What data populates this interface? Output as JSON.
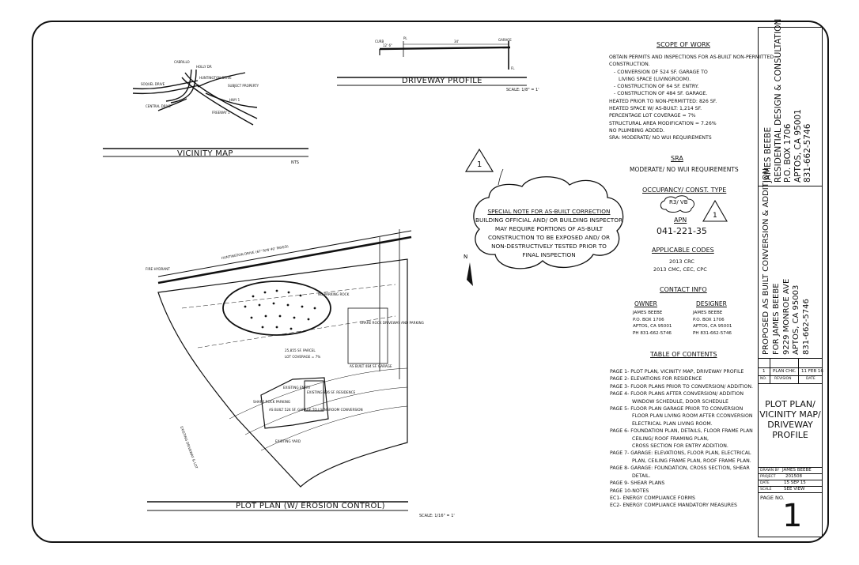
{
  "vicinity_map": {
    "title": "VICINITY MAP",
    "scale": "NTS",
    "streets": [
      "SOQUEL DRIVE",
      "HOLLY DR",
      "HUNTINGTON DRIVE",
      "SUBJECT PROPERTY",
      "HWY 1",
      "FREEWAY 1",
      "CENTRAL DRIVE",
      "CABRILLO"
    ]
  },
  "driveway_profile": {
    "title": "DRIVEWAY PROFILE",
    "scale": "SCALE: 1/8\" = 1'",
    "labels": {
      "curb": "CURB",
      "pl": "PL",
      "garage": "GARAGE",
      "dim_left": "12' 6\"",
      "dim_main": "34'",
      "fl": "FL"
    }
  },
  "plot_plan": {
    "title": "PLOT PLAN (W/ EROSION CONTROL)",
    "scale": "SCALE: 1/16\" = 1'",
    "road": "HUNTINGTON DRIVE (67' R/W 40' PAVED)",
    "parcel": "25,855 SF. PARCEL",
    "coverage": "LOT COVERAGE = 7%",
    "garage": "AS BUILT 484 SF. GARAGE",
    "driveway": "SHARE ROCK DRIVEWAY AND PARKING",
    "entry": "EXISTING ENTRY",
    "residence": "EXISTING 826 SF. RESIDENCE",
    "conversion": "AS BUILT 524 SF. GARAGE TO LIVINGROOM CONVERSION",
    "existing_yard": "EXISTING YARD",
    "parking": "SHARE ROCK PARKING",
    "fire_hydrant": "FIRE HYDRANT",
    "no_parking": "NO PARKING ROCK",
    "north": "N",
    "edge_note": "EXISTING DRIVEWAY & LOT"
  },
  "revision_marker": "1",
  "special_note": {
    "title": "SPECIAL NOTE FOR AS-BUILT CORRECTION",
    "lines": [
      "BUILDING OFFICIAL AND/ OR BUILDING INSPECTOR",
      "MAY REQUIRE PORTIONS OF AS-BUILT",
      "CONSTRUCTION TO BE EXPOSED AND/ OR",
      "NON-DESTRUCTIVELY TESTED PRIOR TO",
      "FINAL INSPECTION"
    ]
  },
  "scope_of_work": {
    "title": "SCOPE OF WORK",
    "lines": [
      "OBTAIN PERMITS AND INSPECTIONS FOR AS-BUILT NON-PERMITTED",
      "CONSTRUCTION.",
      "  - CONVERSION OF 524 SF. GARAGE TO",
      "    LIVING SPACE (LIVINGROOM).",
      "  - CONSTRUCTION OF 64 SF. ENTRY.",
      "  - CONSTRUCTION OF 484 SF. GARAGE.",
      "HEATED PRIOR TO NON-PERMITTED: 826 SF.",
      "HEATED SPACE W/ AS-BUILT: 1,214 SF.",
      "PERCENTAGE LOT COVERAGE = 7%",
      "STRUCTURAL AREA MODIFICATION = 7.26%",
      "NO PLUMBING ADDED.",
      "SRA: MODERATE/ NO WUI REQUIREMENTS"
    ]
  },
  "sra": {
    "title": "SRA",
    "value": "MODERATE/ NO WUI REQUIREMENTS"
  },
  "occupancy": {
    "title": "OCCUPANCY/ CONST. TYPE",
    "value": "R3/ VB",
    "marker": "1"
  },
  "apn": {
    "title": "APN",
    "value": "041-221-35"
  },
  "codes": {
    "title": "APPLICABLE CODES",
    "lines": [
      "2013 CRC",
      "2013 CMC, CEC, CPC"
    ]
  },
  "contact": {
    "title": "CONTACT INFO",
    "owner": {
      "title": "OWNER",
      "lines": [
        "JAMES BEEBE",
        "P.O. BOX 1706",
        "APTOS, CA 95001",
        "PH 831-662-5746"
      ]
    },
    "designer": {
      "title": "DESIGNER",
      "lines": [
        "JAMES BEEBE",
        "P.O. BOX 1706",
        "APTOS, CA 95001",
        "PH 831-662-5746"
      ]
    }
  },
  "toc": {
    "title": "TABLE OF CONTENTS",
    "lines": [
      "PAGE 1- PLOT PLAN, VICINITY MAP, DRIVEWAY PROFILE",
      "PAGE 2- ELEVATIONS FOR RESIDENCE",
      "PAGE 3- FLOOR PLANS PRIOR TO CONVERSION/ ADDITION.",
      "PAGE 4- FLOOR PLANS AFTER CONVERSION/ ADDITION",
      "           WINDOW SCHEDULE, DOOR SCHEDULE",
      "PAGE 5- FLOOR PLAN GARAGE PRIOR TO CONVERSION",
      "           FLOOR PLAN LIVING ROOM AFTER CCONVERSION",
      "           ELECTRICAL PLAN LIVING ROOM.",
      "PAGE 6- FOUNDATION PLAN, DETAILS, FLOOR FRAME PLAN",
      "           CEILING/ ROOF FRAMING PLAN,",
      "           CROSS SECTION FOR  ENTRY ADDITION.",
      "PAGE 7- GARAGE: ELEVATIONS, FLOOR PLAN, ELECTRICAL",
      "           PLAN, CEILING FRAME PLAN, ROOF FRAME PLAN.",
      "PAGE 8- GARAGE: FOUNDATION, CROSS SECTION, SHEAR",
      "           DETAIL.",
      "PAGE 9- SHEAR PLANS",
      "PAGE 10-NOTES",
      "EC1-      ENERGY COMPLIANCE FORMS",
      "EC2-      ENERGY COMPLIANCE MANDATORY MEASURES"
    ]
  },
  "title_block": {
    "company": [
      "JAMES BEEBE",
      "RESIDENTIAL DESIGN & CONSULTATION",
      "P.O. BOX 1706",
      "APTOS, CA 95001",
      "831-662-5746"
    ],
    "project": [
      "PROPOSED AS BUILT CONVERSION & ADDITION",
      "FOR JAMES BEEBE",
      "9229 MONROE AVE",
      "APTOS, CA 95003",
      "831-662-5746"
    ],
    "revision": {
      "no": "1",
      "desc": "PLAN CHK.",
      "date": "11 FEB 16",
      "h_no": "NO.",
      "h_rev": "REVISION",
      "h_date": "DATE"
    },
    "sheet_title": [
      "PLOT PLAN/",
      "VICINITY MAP/",
      "DRIVEWAY",
      "PROFILE"
    ],
    "drawn_by_label": "DRAWN BY",
    "drawn_by": "JAMES BEEBE",
    "project_label": "PROJECT",
    "project_no": "201508",
    "date_label": "DATE",
    "date": "15 SEP 15",
    "scale_label": "SCALE",
    "scale": "SEE VIEW",
    "page_label": "PAGE NO.",
    "page_no": "1"
  }
}
